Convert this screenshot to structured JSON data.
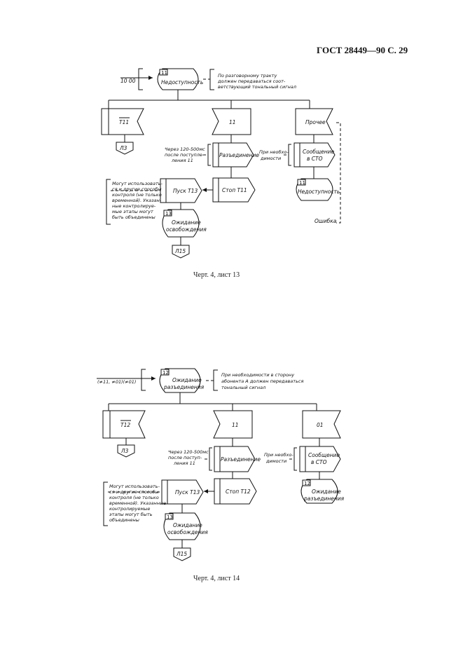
{
  "header": "ГОСТ 28449—90 С. 29",
  "d1": {
    "caption": "Черт. 4, лист 13",
    "signal_in": "10 00",
    "state_num": "11",
    "state_name": "Недоступность",
    "note_top": [
      "По разговорному тракту",
      "должен передаваться соот-",
      "ветствующий тональный сигнал"
    ],
    "in1": "T11",
    "in2": "11",
    "in3": "Прочее",
    "conn_l3": "Л3",
    "note_delay": [
      "Через 120-500мс",
      "после поступле-",
      "ления 11"
    ],
    "out_disconnect": "Разъединение",
    "note_need": [
      "При необхо-",
      "димости"
    ],
    "task_msg": [
      "Сообщение",
      "в СТО"
    ],
    "note_may": [
      "Могут использовать-",
      "ся и другие способы",
      "контроля (не только",
      "временной). Указан-",
      "ные контролируе-",
      "мые этапы могут",
      "быть объединены"
    ],
    "task_start": "Пуск Т13",
    "task_stop": "Стоп Т11",
    "state2_num": "11",
    "state2_name": "Недоступность",
    "state3_num": "13",
    "state3_name": [
      "Ожидание",
      "освобождения"
    ],
    "conn_l15": "Л15",
    "error": "Ошибка"
  },
  "d2": {
    "caption": "Черт. 4, лист 14",
    "signal_in": "(≠11, ≠01)(≠01)",
    "state_num": "12",
    "state_name": [
      "Ожидание",
      "разъединения"
    ],
    "note_top": [
      "При необходимости в сторону",
      "абонента А должен передаваться",
      "тональный сигнал"
    ],
    "in1": "T12",
    "in2": "11",
    "in3": "01",
    "conn_l3": "Л3",
    "note_delay": [
      "Через 120-500мс",
      "после поступ-",
      "ления 11"
    ],
    "out_disconnect": "Разъединение",
    "note_need": [
      "При необхо-",
      "димости"
    ],
    "task_msg": [
      "Сообщение",
      "в СТО"
    ],
    "note_may": [
      "Могут использовать-",
      "ся и другие способы",
      "контроля (не только",
      "временной). Указанные",
      "контролируемые",
      "этапы могут быть",
      "объединены"
    ],
    "task_start": "Пуск Т13",
    "task_stop": "Стоп Т12",
    "state2_num": "12",
    "state2_name": [
      "Ожидание",
      "разъединения"
    ],
    "state3_num": "13",
    "state3_name": [
      "Ожидание",
      "освобождения"
    ],
    "conn_l15": "Л15"
  }
}
